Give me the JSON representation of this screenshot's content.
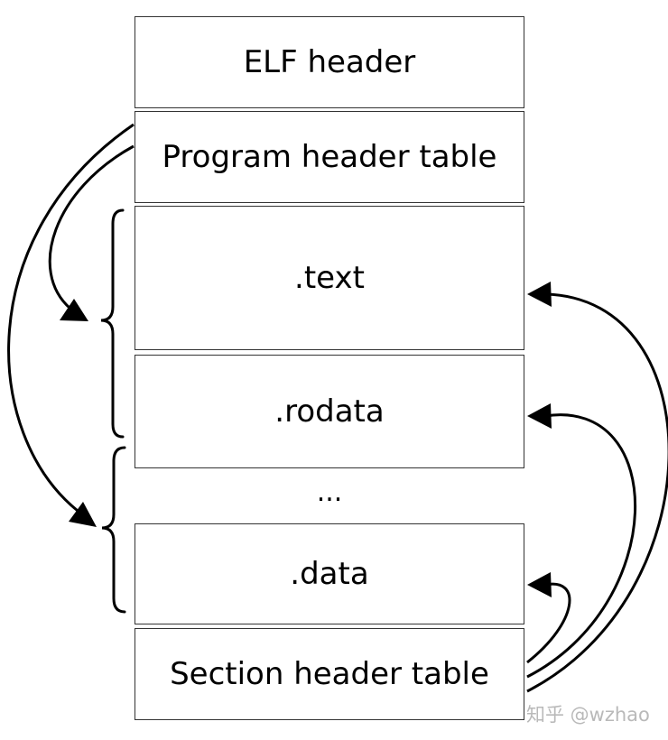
{
  "diagram": {
    "blocks": {
      "elf_header": "ELF header",
      "program_header_table": "Program header table",
      "text": ".text",
      "rodata": ".rodata",
      "ellipsis": "...",
      "data": ".data",
      "section_header_table": "Section header table"
    },
    "watermark": "知乎 @wzhao"
  }
}
